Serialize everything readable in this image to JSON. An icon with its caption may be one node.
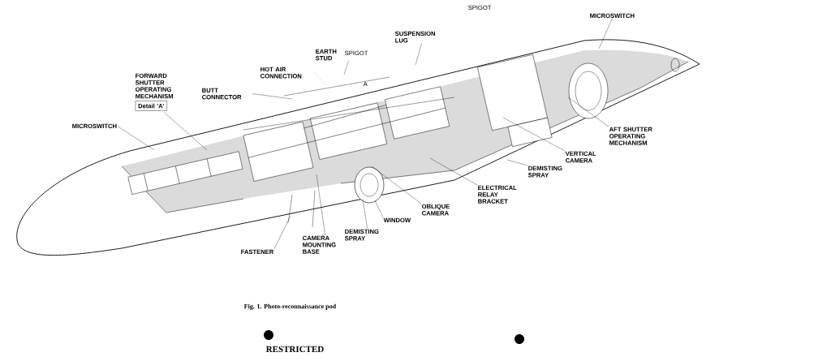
{
  "diagram": {
    "caption": "Fig. 1. Photo-reconnaissance pod",
    "nodes": [
      {
        "text": [
          "FORWARD SHUTTER OPERATING MECHANISM",
          "Detail 'A'"
        ]
      },
      {
        "text": [
          "MICROSWITCH"
        ]
      },
      {
        "text": [
          "BUTT CONNECTOR"
        ]
      },
      {
        "text": [
          "HOT AIR CONNECTION"
        ]
      },
      {
        "text": [
          "EARTH STUD"
        ]
      },
      {
        "text": [
          "SUSPENSION LUG"
        ]
      },
      {
        "text": [
          "MICROSWITCH"
        ]
      },
      {
        "text": [
          "AFT SHUTTER OPERATING MECHANISM"
        ]
      },
      {
        "text": [
          "VERTICAL CAMERA"
        ]
      },
      {
        "text": [
          "DEMISTING SPRAY"
        ]
      },
      {
        "text": [
          "ELECTRICAL RELAY BRACKET"
        ]
      },
      {
        "text": [
          "OBLIQUE CAMERA"
        ]
      },
      {
        "text": [
          "WINDOW"
        ]
      },
      {
        "text": [
          "DEMISTING SPRAY"
        ]
      },
      {
        "text": [
          "CAMERA MOUNTING BASE"
        ]
      },
      {
        "text": [
          "FASTENER"
        ]
      }
    ],
    "edges": [
      {
        "from": 0,
        "to": null,
        "arrow": "none"
      },
      {
        "from": 1,
        "to": null,
        "arrow": "none"
      },
      {
        "from": 2,
        "to": null,
        "arrow": "none"
      },
      {
        "from": 3,
        "to": null,
        "arrow": "none",
        "style": "dashed"
      },
      {
        "from": 4,
        "to": null,
        "arrow": "none"
      },
      {
        "from": 5,
        "to": null,
        "arrow": "none"
      },
      {
        "from": 6,
        "to": null,
        "arrow": "none"
      },
      {
        "from": 7,
        "to": null,
        "arrow": "none"
      },
      {
        "from": 8,
        "to": null,
        "arrow": "none"
      },
      {
        "from": 9,
        "to": null,
        "arrow": "none"
      },
      {
        "from": 10,
        "to": null,
        "arrow": "none"
      },
      {
        "from": 11,
        "to": null,
        "arrow": "none"
      },
      {
        "from": 12,
        "to": null,
        "arrow": "none"
      },
      {
        "from": 13,
        "to": null,
        "arrow": "none"
      },
      {
        "from": 14,
        "to": null,
        "arrow": "none"
      },
      {
        "from": 15,
        "to": null,
        "arrow": "none"
      }
    ],
    "labels": [
      "SPIGOT",
      "SPIGOT",
      "A",
      "RESTRICTED"
    ]
  }
}
